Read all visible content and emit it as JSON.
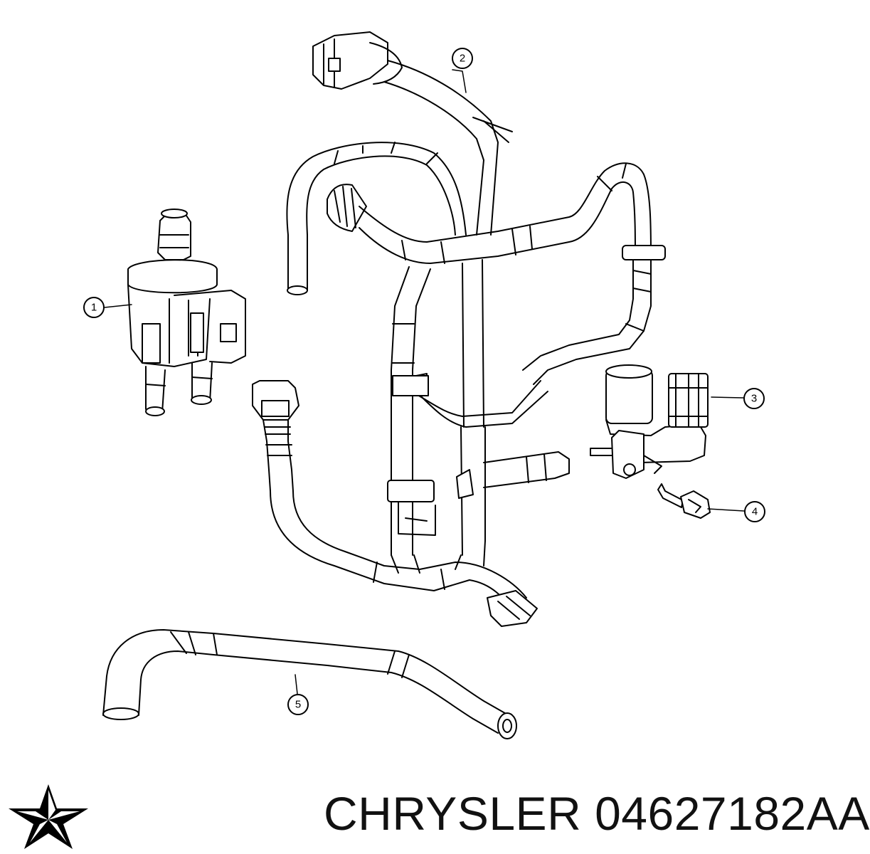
{
  "callouts": [
    {
      "label": "1"
    },
    {
      "label": "2"
    },
    {
      "label": "3"
    },
    {
      "label": "4"
    },
    {
      "label": "5"
    }
  ],
  "caption": {
    "brand": "CHRYSLER",
    "part_number": "04627182AA"
  },
  "logo": {
    "name": "pentastar-logo"
  },
  "colors": {
    "line": "#000000",
    "background": "#ffffff"
  }
}
